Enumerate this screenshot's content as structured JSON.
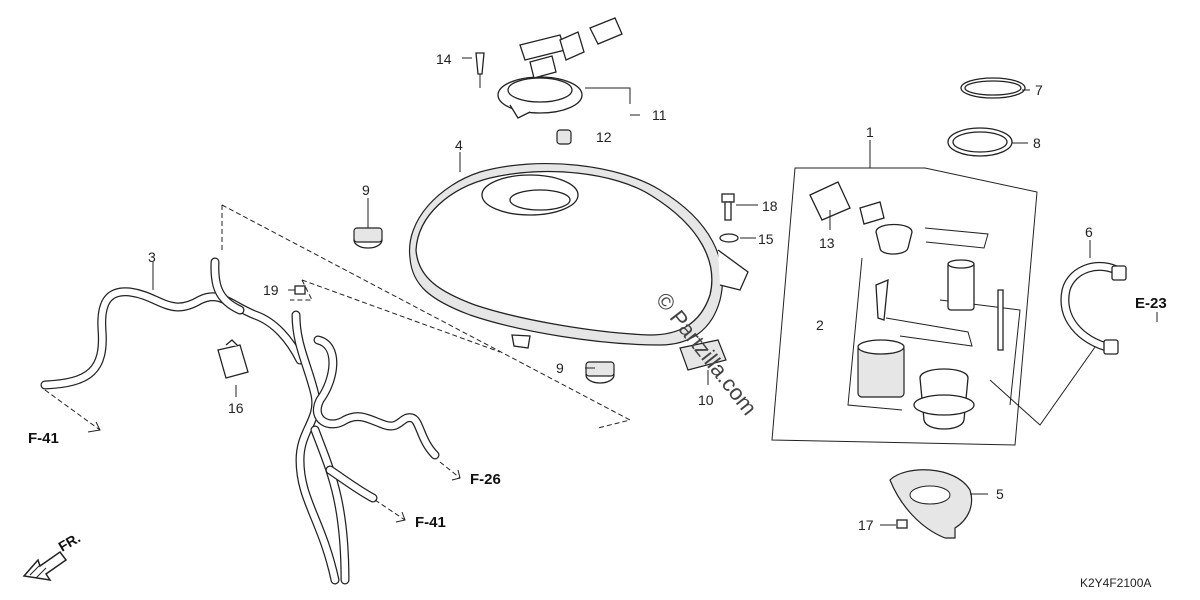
{
  "parts": {
    "p1": "1",
    "p2": "2",
    "p3": "3",
    "p4": "4",
    "p5": "5",
    "p6": "6",
    "p7": "7",
    "p8": "8",
    "p9a": "9",
    "p9b": "9",
    "p10": "10",
    "p11": "11",
    "p12": "12",
    "p13": "13",
    "p14": "14",
    "p15": "15",
    "p16": "16",
    "p17": "17",
    "p18": "18",
    "p19": "19"
  },
  "refs": {
    "f41_left": "F-41",
    "f26": "F-26",
    "f41_bottom": "F-41",
    "e23": "E-23"
  },
  "direction": {
    "label": "FR."
  },
  "watermark": "© Partzilla.com",
  "diagram_id": "K2Y4F2100A"
}
